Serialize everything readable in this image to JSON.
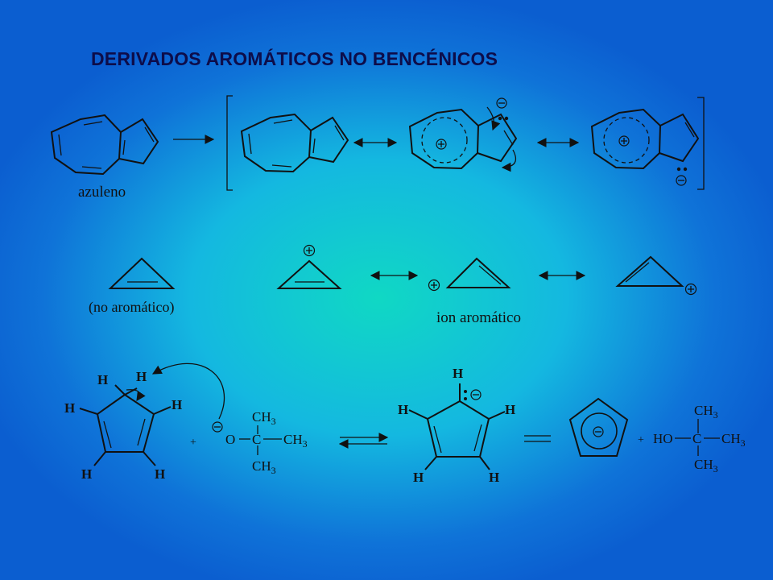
{
  "title": "DERIVADOS AROMÁTICOS NO BENCÉNICOS",
  "labels": {
    "azuleno": "azuleno",
    "no_aromatico": "(no aromático)",
    "ion_aromatico": "ion aromático"
  },
  "atoms": {
    "H": "H",
    "C": "C",
    "O": "O",
    "HO": "HO",
    "CH": "CH",
    "sub3": "3",
    "plus": "+"
  },
  "charges": {
    "plus_symbol": "⊕",
    "minus_symbol": "⊖"
  },
  "colors": {
    "ink": "#111111",
    "title": "#0d0d4a",
    "background_center": "#10d8c4",
    "background_edge": "#0b5ed0"
  }
}
